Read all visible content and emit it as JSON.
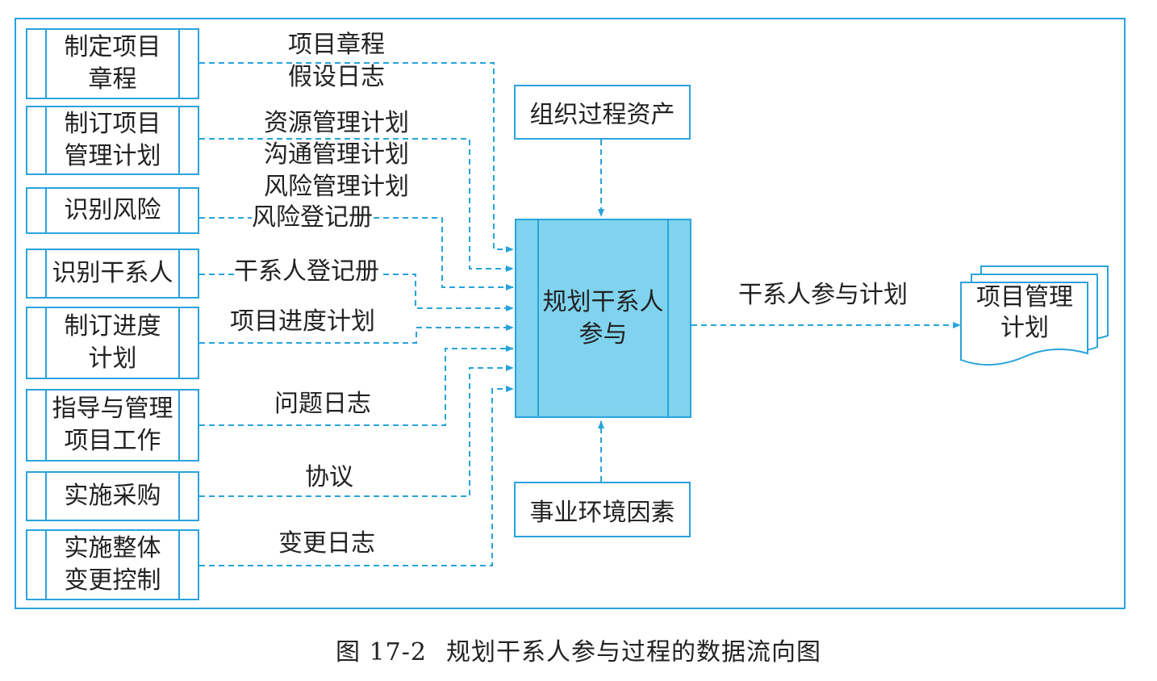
{
  "inputs": [
    {
      "process": "制定项目\n章程",
      "labels": [
        "项目章程",
        "假设日志"
      ]
    },
    {
      "process": "制订项目\n管理计划",
      "labels": [
        "资源管理计划",
        "沟通管理计划",
        "风险管理计划"
      ]
    },
    {
      "process": "识别风险",
      "labels": [
        "风险登记册"
      ]
    },
    {
      "process": "识别干系人",
      "labels": [
        "干系人登记册"
      ]
    },
    {
      "process": "制订进度\n计划",
      "labels": [
        "项目进度计划"
      ]
    },
    {
      "process": "指导与管理\n项目工作",
      "labels": [
        "问题日志"
      ]
    },
    {
      "process": "实施采购",
      "labels": [
        "协议"
      ]
    },
    {
      "process": "实施整体\n变更控制",
      "labels": [
        "变更日志"
      ]
    }
  ],
  "center_process": "规划干系人\n参与",
  "top_input": "组织过程资产",
  "bottom_input": "事业环境因素",
  "output_label": "干系人参与计划",
  "output_document": "项目管理\n计划",
  "caption": {
    "number": "图 17-2",
    "title": "规划干系人参与过程的数据流向图"
  },
  "colors": {
    "line": "#29a3dc",
    "center_fill": "#7fd3ee"
  }
}
